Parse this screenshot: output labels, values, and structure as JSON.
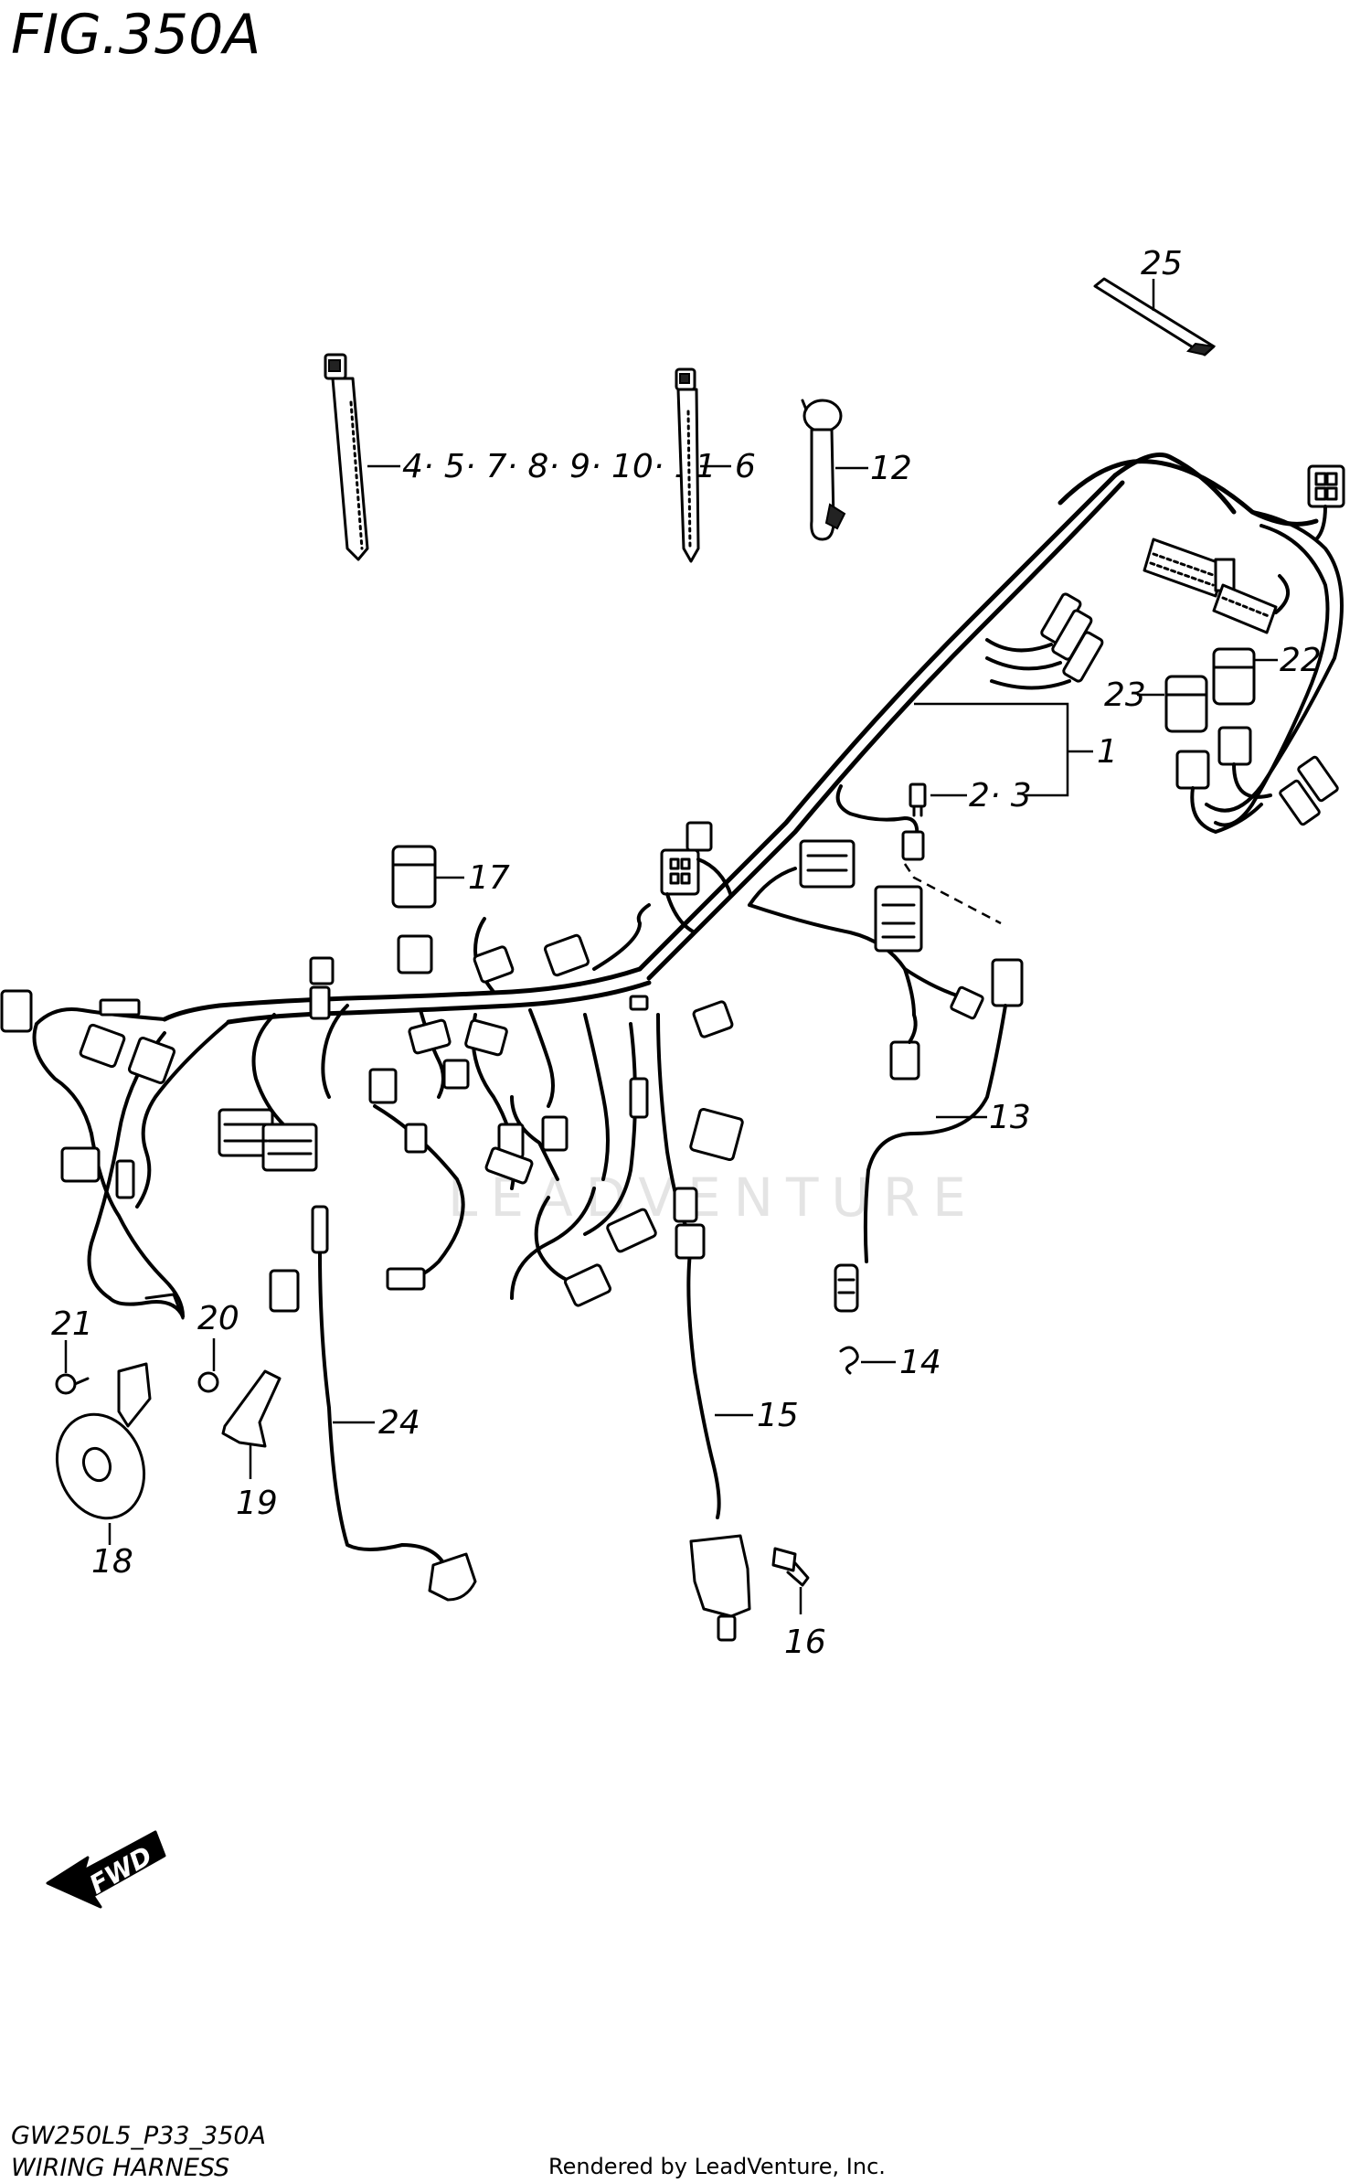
{
  "figure": {
    "title": "FIG.350A",
    "code": "GW250L5_P33_350A",
    "caption": "WIRING HARNESS",
    "render_credit": "Rendered by LeadVenture, Inc.",
    "watermark": "LEADVENTURE"
  },
  "orientation_label": "FWD",
  "callouts": {
    "c1": "1",
    "c2_3": "2· 3",
    "c4_11": "4· 5· 7· 8· 9· 10· 11",
    "c6": "6",
    "c12": "12",
    "c13": "13",
    "c14": "14",
    "c15": "15",
    "c16": "16",
    "c17": "17",
    "c18": "18",
    "c19": "19",
    "c20": "20",
    "c21": "21",
    "c22": "22",
    "c23": "23",
    "c24": "24",
    "c25": "25"
  },
  "icons": [
    "fwd-arrow-icon"
  ]
}
